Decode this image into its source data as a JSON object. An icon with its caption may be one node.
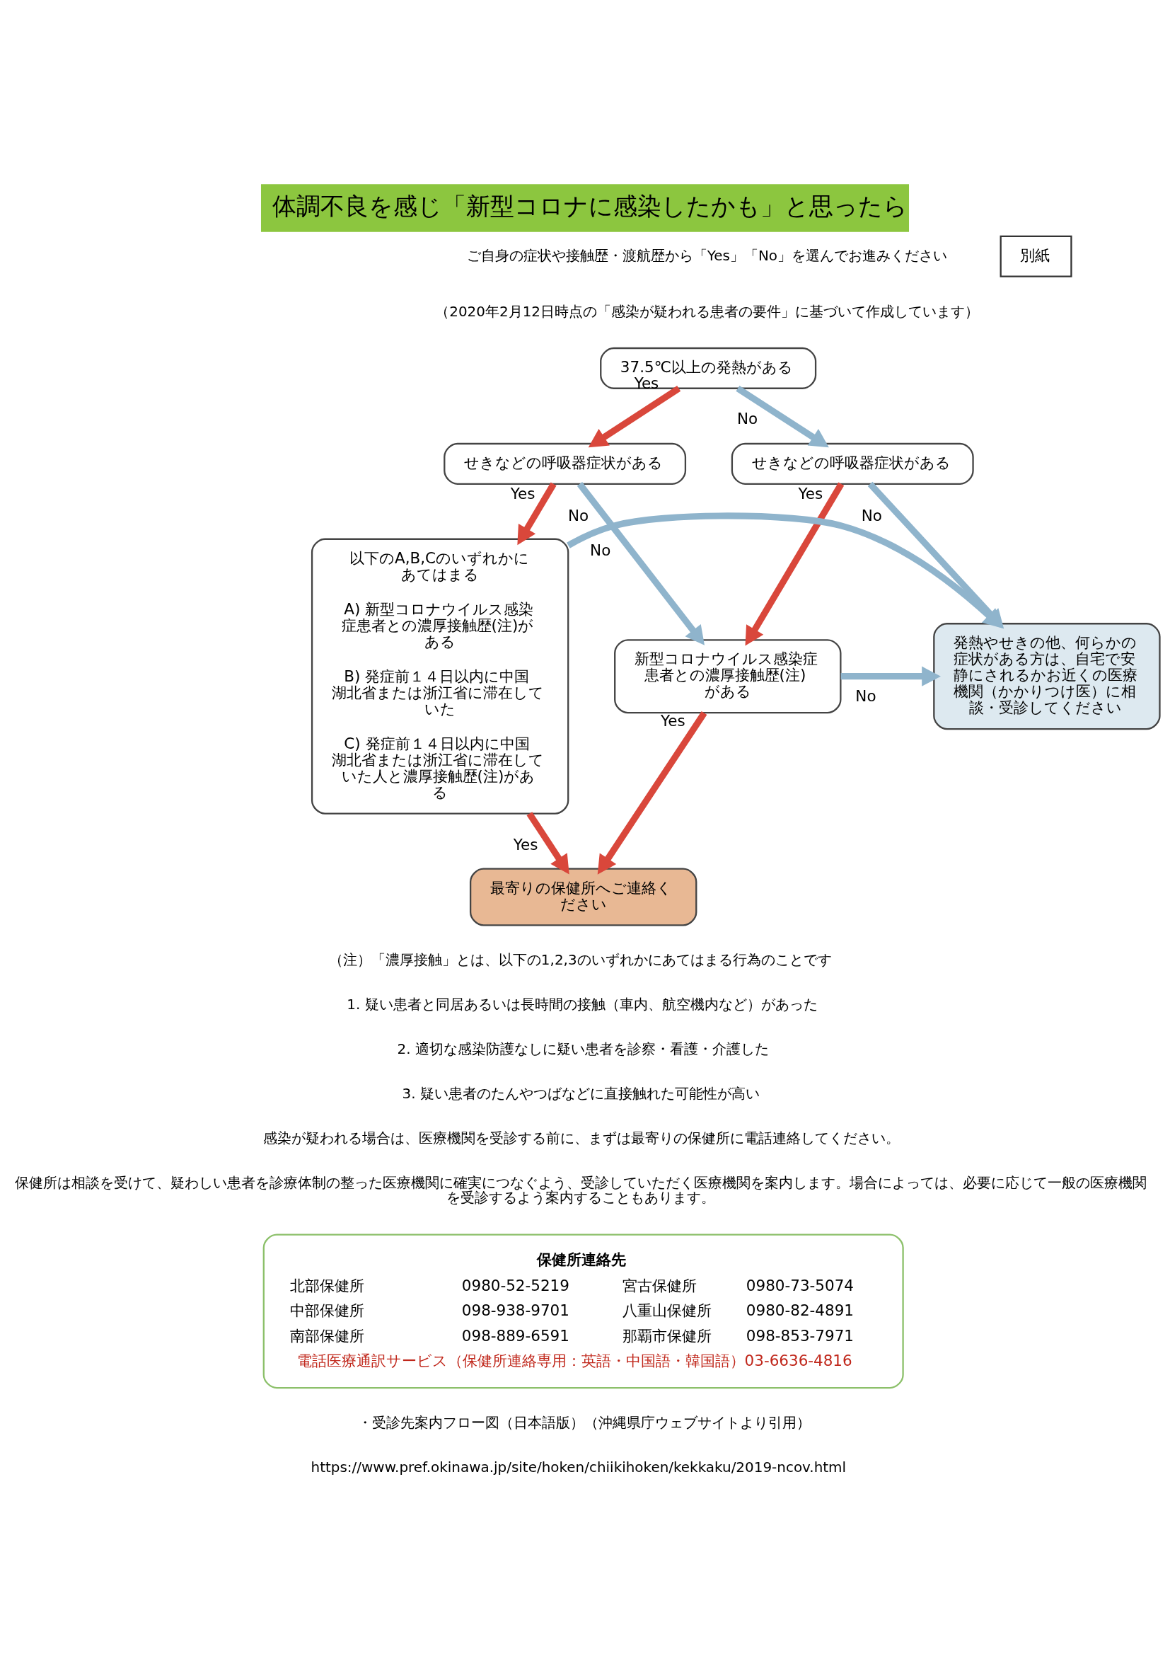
{
  "diagram": {
    "title": "体調不良を感じ「新型コロナに感染したかも」と思ったら",
    "nodes": [
      {
        "text": [
          "37.5℃以上の発熱がある"
        ]
      },
      {
        "text": [
          "せきなどの呼吸器症状がある"
        ]
      },
      {
        "text": [
          "せきなどの呼吸器症状がある"
        ]
      },
      {
        "text": [
          "以下のA,B,Cのいずれかにあてはまる",
          "A) 新型コロナウイルス感染症患者との濃厚接触歴(注)がある",
          "B) 発症前１４日以内に中国湖北省または浙江省に滞在していた",
          "C) 発症前１４日以内に中国湖北省または浙江省に滞在していた人と濃厚接触歴(注)がある"
        ]
      },
      {
        "text": [
          "新型コロナウイルス感染症患者との濃厚接触歴(注)がある"
        ]
      },
      {
        "text": [
          "発熱やせきの他、何らかの症状がある方は、自宅で安静にされるかお近くの医療機関（かかりつけ医）に相談・受診してください"
        ]
      },
      {
        "text": [
          "最寄りの保健所へご連絡ください"
        ]
      },
      {
        "text": [
          "保健所連絡先",
          "北部保健所",
          "0980-52-5219",
          "宮古保健所",
          "0980-73-5074",
          "中部保健所",
          "098-938-9701",
          "八重山保健所",
          "0980-82-4891",
          "南部保健所",
          "098-889-6591",
          "那覇市保健所",
          "098-853-7971",
          "電話医療通訳サービス（保健所連絡専用：英語・中国語・韓国語）03-6636-4816"
        ]
      },
      {
        "text": [
          "別紙"
        ]
      }
    ],
    "edges": [
      {
        "from": 0,
        "to": 1,
        "arrow": "to",
        "label": "Yes",
        "color": "#d9473b"
      },
      {
        "from": 0,
        "to": 2,
        "arrow": "to",
        "label": "No",
        "color": "#8fb4cc"
      },
      {
        "from": 1,
        "to": 3,
        "arrow": "to",
        "label": "Yes",
        "color": "#d9473b"
      },
      {
        "from": 1,
        "to": 4,
        "arrow": "to",
        "label": "No",
        "color": "#8fb4cc"
      },
      {
        "from": 2,
        "to": 4,
        "arrow": "to",
        "label": "Yes",
        "color": "#d9473b"
      },
      {
        "from": 2,
        "to": 5,
        "arrow": "to",
        "label": "No",
        "color": "#8fb4cc"
      },
      {
        "from": 3,
        "to": 6,
        "arrow": "to",
        "label": "Yes",
        "color": "#d9473b"
      },
      {
        "from": 4,
        "to": 6,
        "arrow": "to",
        "label": "Yes",
        "color": "#d9473b"
      },
      {
        "from": 3,
        "to": 5,
        "arrow": "to",
        "label": "No",
        "color": "#8fb4cc"
      },
      {
        "from": 4,
        "to": 5,
        "arrow": "to",
        "label": "No",
        "color": "#8fb4cc"
      }
    ],
    "labels": [
      "ご自身の症状や接触歴・渡航歴から「Yes」「No」を選んでお進みください",
      "（2020年2月12日時点の「感染が疑われる患者の要件」に基づいて作成しています）",
      "（注）「濃厚接触」とは、以下の1,2,3のいずれかにあてはまる行為のことです",
      "1. 疑い患者と同居あるいは長時間の接触（車内、航空機内など）があった",
      "2. 適切な感染防護なしに疑い患者を診察・看護・介護した",
      "3. 疑い患者のたんやつばなどに直接触れた可能性が高い",
      "感染が疑われる場合は、医療機関を受診する前に、まずは最寄りの保健所に電話連絡してください。",
      "保健所は相談を受けて、疑わしい患者を診療体制の整った医療機関に確実につなぐよう、受診していただく医療機関を案内します。場合によっては、必要に応じて一般の医療機関を受診するよう案内することもあります。",
      "・受診先案内フロー図（日本語版）（沖縄県庁ウェブサイトより引用）",
      "https://www.pref.okinawa.jp/site/hoken/chiikihoken/kekkaku/2019-ncov.html"
    ]
  }
}
